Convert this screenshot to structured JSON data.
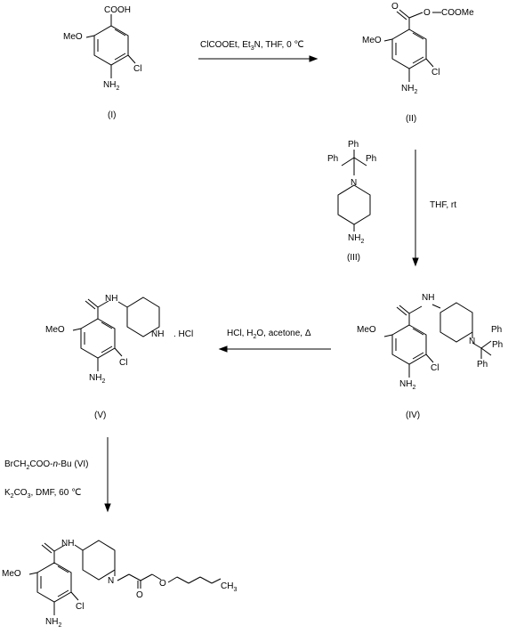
{
  "compounds": {
    "I": {
      "label": "(I)",
      "cooh": "COOH",
      "meo": "MeO",
      "cl": "Cl",
      "nh2": "NH",
      "nh2_sub": "2"
    },
    "II": {
      "label": "(II)",
      "o": "O",
      "coome": "COOMe",
      "meo": "MeO",
      "cl": "Cl",
      "nh2": "NH",
      "nh2_sub": "2"
    },
    "III": {
      "label": "(III)",
      "ph1": "Ph",
      "ph2": "Ph",
      "ph3": "Ph",
      "n": "N",
      "nh2": "NH",
      "nh2_sub": "2"
    },
    "IV": {
      "label": "(IV)",
      "amide_n": "N",
      "amide_h": "H",
      "meo": "MeO",
      "cl": "Cl",
      "nh2": "NH",
      "nh2_sub": "2",
      "n": "N",
      "ph1": "Ph",
      "ph2": "Ph",
      "ph3": "Ph"
    },
    "V": {
      "label": "(V)",
      "amide_n": "N",
      "amide_h": "H",
      "ring_nh": "NH",
      "hcl": ". HCl",
      "meo": "MeO",
      "cl": "Cl",
      "nh2": "NH",
      "nh2_sub": "2"
    },
    "product": {
      "amide_n": "N",
      "amide_h": "H",
      "meo": "MeO",
      "cl": "Cl",
      "nh2": "NH",
      "nh2_sub": "2",
      "n": "N",
      "o": "O",
      "ch3": "CH",
      "ch3_sub": "3"
    }
  },
  "reactions": {
    "step1": {
      "a": "ClCOOEt, Et",
      "a_sub": "3",
      "b": "N, THF, 0 ",
      "c": "℃"
    },
    "step2": {
      "text": "THF, rt"
    },
    "step3": {
      "a": "HCl, H",
      "a_sub": "2",
      "b": "O, acetone, Δ"
    },
    "step4": {
      "line1_a": "BrCH",
      "line1_sub": "2",
      "line1_b": "COO-",
      "line1_italic": "n",
      "line1_c": "-Bu  (VI)",
      "line2_a": "K",
      "line2_sub1": "2",
      "line2_b": "CO",
      "line2_sub2": "3",
      "line2_c": ", DMF, 60 ",
      "line2_d": "℃"
    }
  }
}
